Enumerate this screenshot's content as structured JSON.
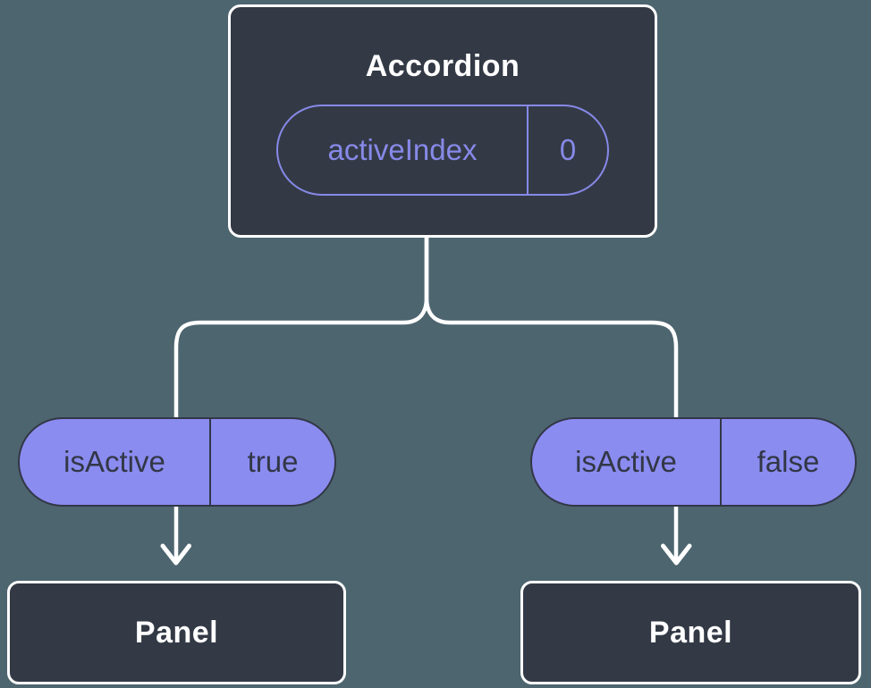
{
  "diagram": {
    "root_node": {
      "title": "Accordion",
      "state": {
        "name": "activeIndex",
        "value": "0"
      }
    },
    "children": [
      {
        "prop_name": "isActive",
        "prop_value": "true",
        "node_label": "Panel"
      },
      {
        "prop_name": "isActive",
        "prop_value": "false",
        "node_label": "Panel"
      }
    ],
    "colors": {
      "background": "#4d656f",
      "node_fill": "#333a46",
      "node_border": "#ffffff",
      "state_accent": "#8789e8",
      "prop_pill_fill": "#8a8cf0",
      "prop_pill_text": "#323746",
      "connector": "#ffffff"
    }
  }
}
